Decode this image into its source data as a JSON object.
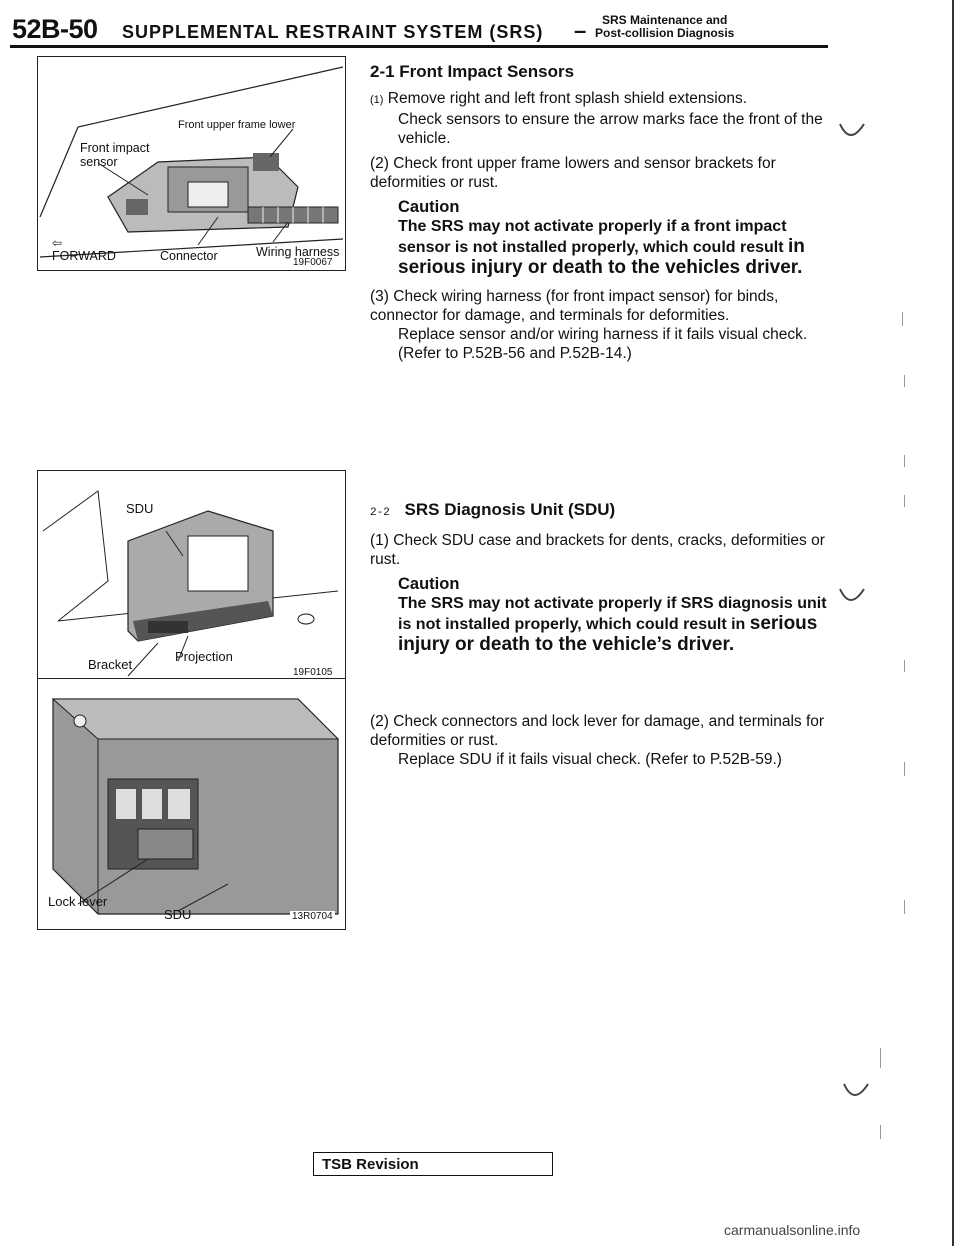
{
  "header": {
    "page_number": "52B-50",
    "title": "SUPPLEMENTAL RESTRAINT SYSTEM (SRS)",
    "dash": "–",
    "subtitle_line1": "SRS Maintenance and",
    "subtitle_line2": "Post-collision Diagnosis"
  },
  "figures": {
    "fig1": {
      "label_frame": "Front upper frame lower",
      "label_sensor": "Front impact sensor",
      "label_forward": "FORWARD",
      "label_connector": "Connector",
      "label_harness": "Wiring harness",
      "code": "19F0067"
    },
    "fig2": {
      "label_sdu": "SDU",
      "label_bracket": "Bracket",
      "label_projection": "Projection",
      "code": "19F0105"
    },
    "fig3": {
      "label_lock": "Lock lever",
      "label_sdu": "SDU",
      "code": "13R0704"
    }
  },
  "section1": {
    "title": "2-1 Front Impact Sensors",
    "item1_num": "(1)",
    "item1_text": "Remove right and left front splash shield extensions.",
    "item1_cont": "Check sensors to ensure the arrow marks face the front of the vehicle.",
    "item2_num": "(2)",
    "item2_text": "Check front upper frame lowers and sensor brackets for deformities or rust.",
    "caution_heading": "Caution",
    "caution_text": "The SRS may not activate properly if a front impact sensor is not installed properly, which could result",
    "caution_text_big": "in serious injury or death to the vehicles driver.",
    "item3_num": "(3)",
    "item3_text": "Check wiring harness (for front impact sensor) for binds, connector for damage, and terminals for deformities.",
    "item3_cont": "Replace sensor and/or wiring harness if it fails visual check. (Refer to P.52B-56 and P.52B-14.)"
  },
  "section2": {
    "title_num": "2-2",
    "title": "SRS Diagnosis Unit (SDU)",
    "item1_num": "(1)",
    "item1_text": "Check SDU case and brackets for dents, cracks, deformities or rust.",
    "caution_heading": "Caution",
    "caution_text": "The SRS may not activate properly if SRS diagnosis unit is not installed properly, which could result in",
    "caution_text_big": "serious injury or death to the vehicle’s driver.",
    "item2_num": "(2)",
    "item2_text": "Check connectors and lock lever for damage, and terminals for deformities or rust.",
    "item2_cont": "Replace SDU if it fails visual check. (Refer to P.52B-59.)"
  },
  "footer": {
    "tsb": "TSB Revision",
    "watermark": "carmanualsonline.info"
  }
}
